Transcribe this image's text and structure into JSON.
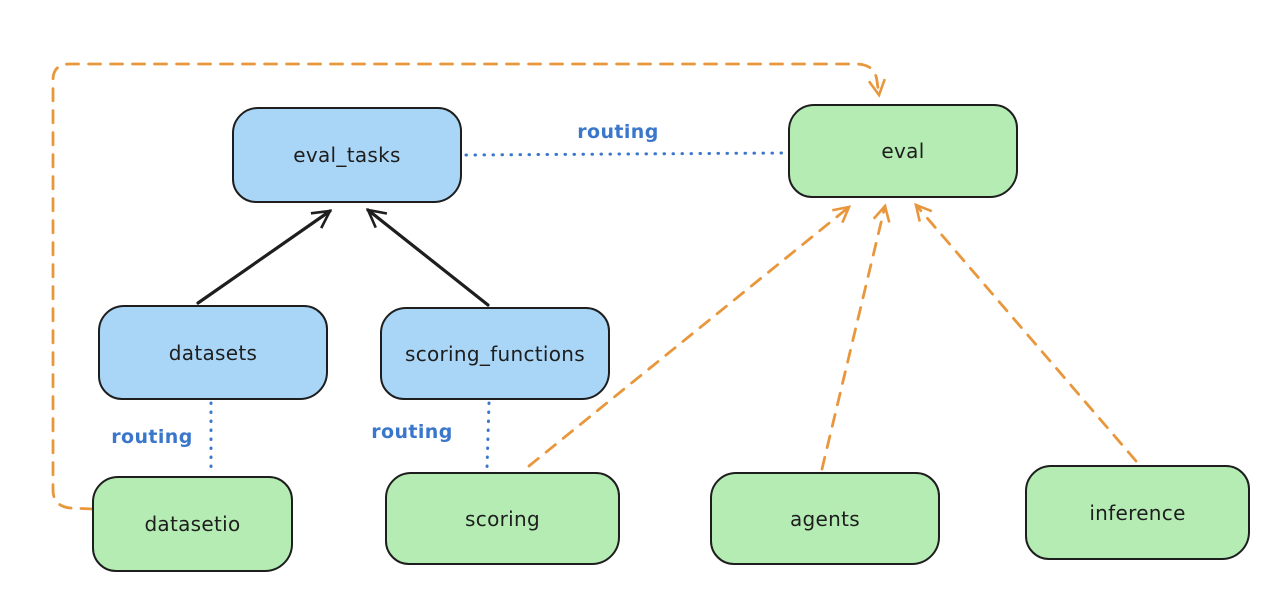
{
  "diagram": {
    "nodes": {
      "eval_tasks": {
        "label": "eval_tasks",
        "fill": "blue"
      },
      "eval": {
        "label": "eval",
        "fill": "green"
      },
      "datasets": {
        "label": "datasets",
        "fill": "blue"
      },
      "scoring_functions": {
        "label": "scoring_functions",
        "fill": "blue"
      },
      "datasetio": {
        "label": "datasetio",
        "fill": "green"
      },
      "scoring": {
        "label": "scoring",
        "fill": "green"
      },
      "agents": {
        "label": "agents",
        "fill": "green"
      },
      "inference": {
        "label": "inference",
        "fill": "green"
      }
    },
    "edges": {
      "datasets_to_eval_tasks": {
        "from": "datasets",
        "to": "eval_tasks",
        "style": "solid-black-arrow"
      },
      "scoring_functions_to_eval_tasks": {
        "from": "scoring_functions",
        "to": "eval_tasks",
        "style": "solid-black-arrow"
      },
      "eval_tasks_to_eval": {
        "from": "eval_tasks",
        "to": "eval",
        "style": "dotted-blue",
        "label": "routing"
      },
      "datasets_to_datasetio": {
        "from": "datasets",
        "to": "datasetio",
        "style": "dotted-blue",
        "label": "routing"
      },
      "scoring_functions_to_scoring": {
        "from": "scoring_functions",
        "to": "scoring",
        "style": "dotted-blue",
        "label": "routing"
      },
      "datasetio_to_eval": {
        "from": "datasetio",
        "to": "eval",
        "style": "dashed-orange-arrow"
      },
      "scoring_to_eval": {
        "from": "scoring",
        "to": "eval",
        "style": "dashed-orange-arrow"
      },
      "agents_to_eval": {
        "from": "agents",
        "to": "eval",
        "style": "dashed-orange-arrow"
      },
      "inference_to_eval": {
        "from": "inference",
        "to": "eval",
        "style": "dashed-orange-arrow"
      }
    },
    "colors": {
      "background": "#ffffff",
      "blue_fill": "#a9d6f7",
      "green_fill": "#b4ecb4",
      "stroke": "#1e1e1e",
      "routing_blue": "#3a77cb",
      "orange": "#e9973d"
    }
  }
}
